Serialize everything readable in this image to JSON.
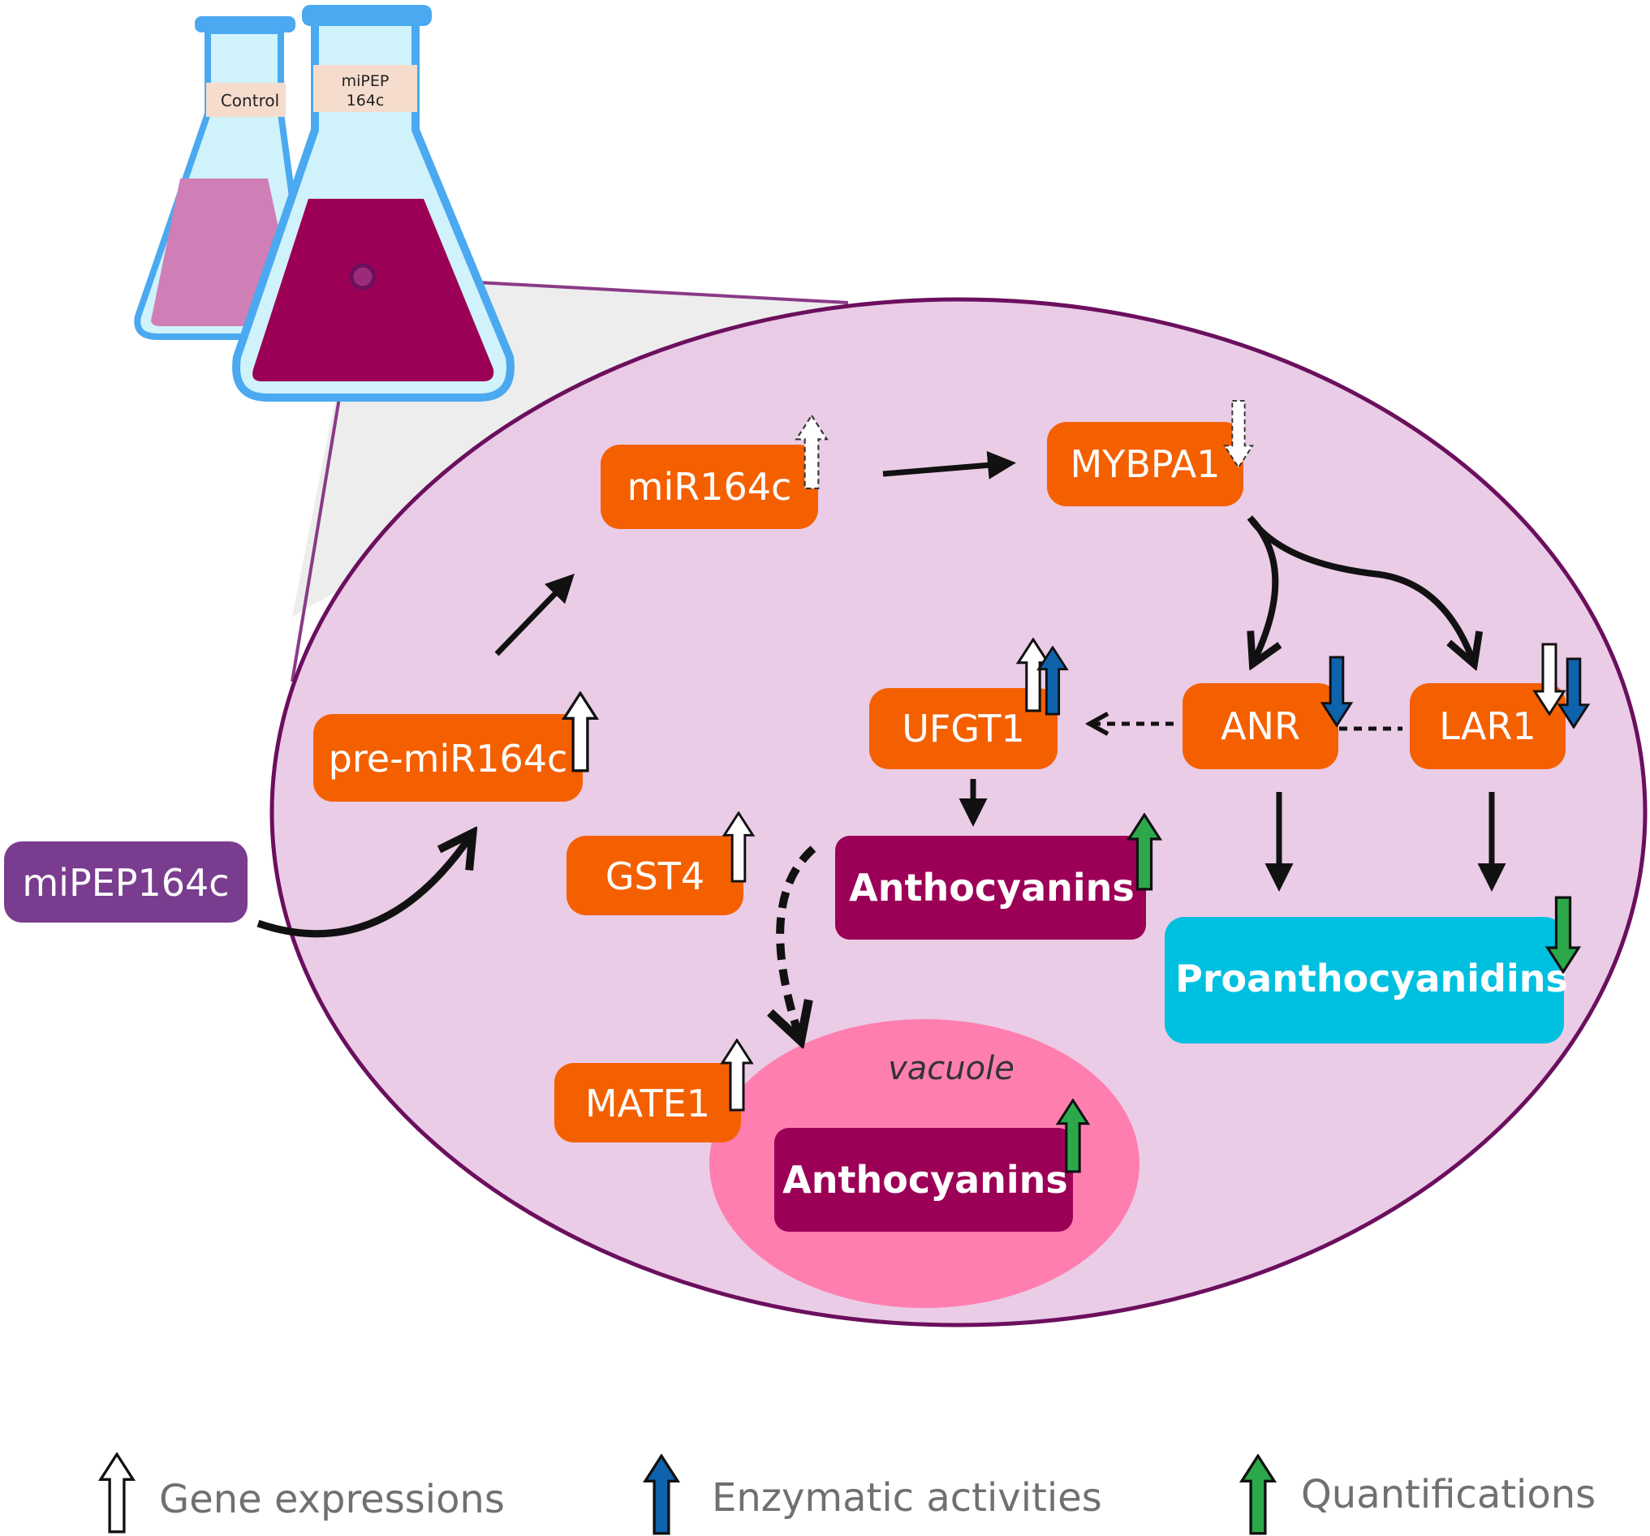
{
  "flasks": {
    "control_label": "Control",
    "treated_label_line1": "miPEP",
    "treated_label_line2": "164c"
  },
  "nodes": {
    "mipep": "miPEP164c",
    "pre_mir": "pre-miR164c",
    "mir": "miR164c",
    "mybpa1": "MYBPA1",
    "ufgt1": "UFGT1",
    "anr": "ANR",
    "lar1": "LAR1",
    "gst4": "GST4",
    "anthocyanins_cyto": "Anthocyanins",
    "proanthocyanidins": "Proanthocyanidins",
    "mate1": "MATE1",
    "vacuole": "vacuole",
    "anthocyanins_vac": "Anthocyanins"
  },
  "legend": {
    "gene": "Gene expressions",
    "enzyme": "Enzymatic activities",
    "quant": "Quantifications"
  },
  "colors": {
    "orange_node": "#f46000",
    "purple_node": "#7a3c8f",
    "anthocyanin_node": "#9c0056",
    "proantho_node": "#00c0e0",
    "cell_fill": "#e8c8e4",
    "cell_stroke": "#6b0f5e",
    "vacuole_fill": "#ff7eb0",
    "arrow_gene": "#ffffff",
    "arrow_enzyme": "#0f62ac",
    "arrow_quant": "#2ca84a"
  }
}
